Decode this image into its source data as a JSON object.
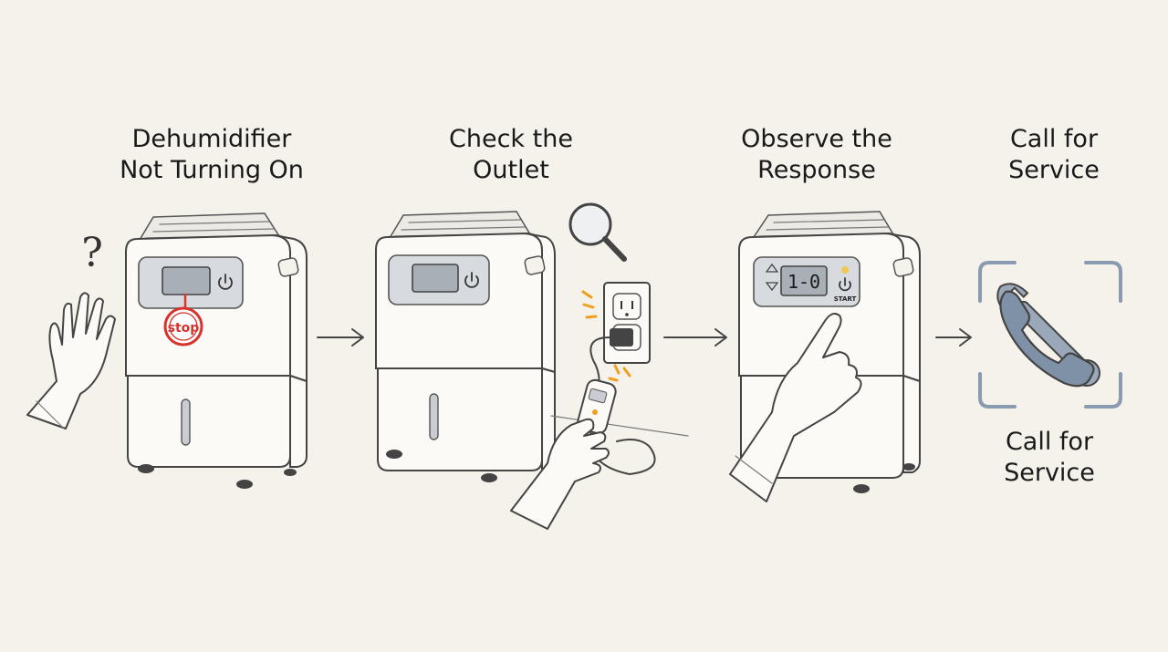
{
  "steps": [
    {
      "title": "Dehumidifier\nNot Turning On"
    },
    {
      "title": "Check the\nOutlet"
    },
    {
      "title": "Observe the\nResponse"
    },
    {
      "title": "Call for\nService"
    }
  ],
  "service_caption": "Call for\nService",
  "labels": {
    "stop": "stop",
    "question": "?",
    "display_readout": "1-0",
    "start_button": "START"
  },
  "icons": [
    "question-mark-icon",
    "power-icon",
    "stop-sign-icon",
    "magnifier-icon",
    "arrow-right-icon",
    "phone-wrench-icon"
  ],
  "colors": {
    "background": "#f4f2ea",
    "stop_red": "#d8322c",
    "accent_orange": "#f0a020",
    "icon_blue": "#8a9bb0"
  }
}
